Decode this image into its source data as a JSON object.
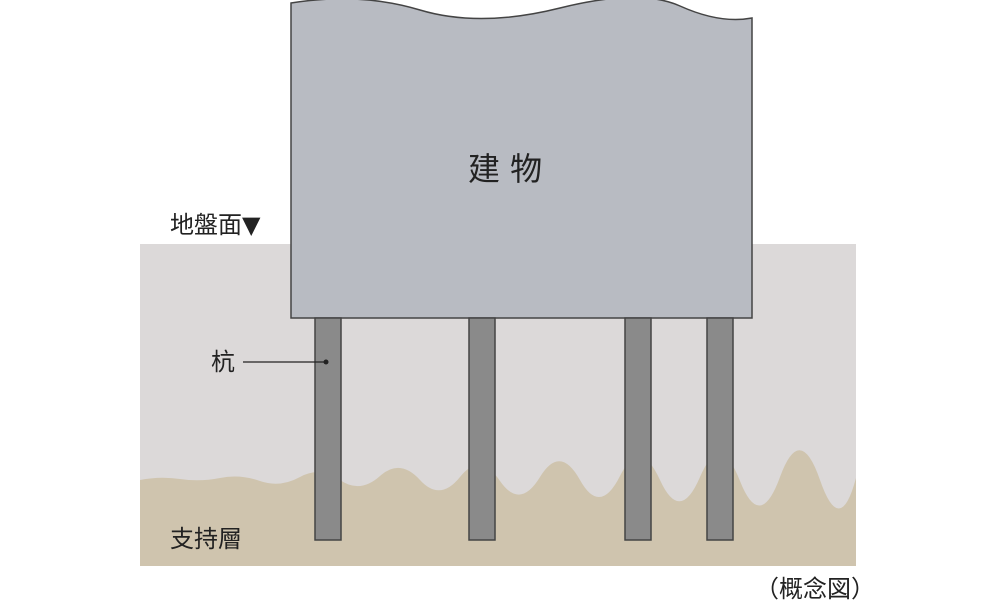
{
  "labels": {
    "building": "建 物",
    "ground_surface": "地盤面▼",
    "pile": "杭",
    "bearing_layer": "支持層",
    "note": "（概念図）"
  },
  "colors": {
    "soil": "#dcd9d9",
    "bearing_layer": "#cfc4ae",
    "building": "#b8bbc2",
    "pile": "#8a8a8a",
    "outline": "#444444"
  },
  "pile_count": 4
}
